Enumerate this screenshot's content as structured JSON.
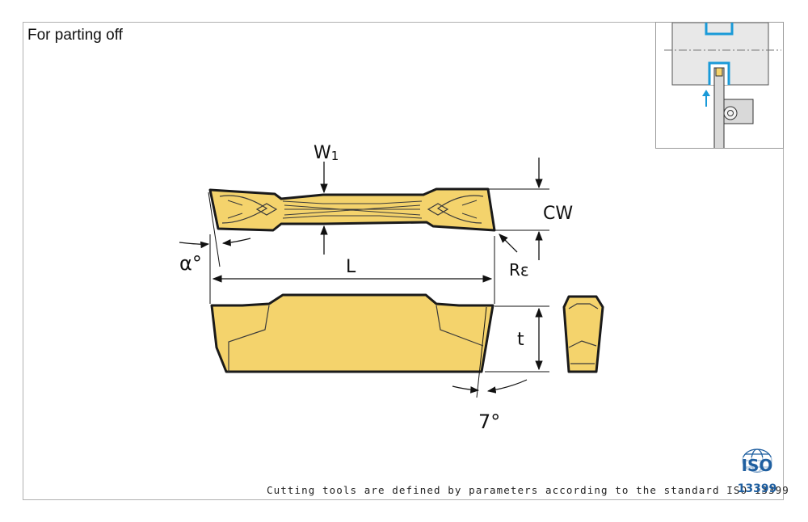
{
  "title": "For parting off",
  "footer": "Cutting tools are defined by parameters according to the standard ISO 13399",
  "labels": {
    "w1": "W",
    "w1_sub": "1",
    "cw": "CW",
    "alpha": "α°",
    "l": "L",
    "re": "Rε",
    "t": "t",
    "seven": "7°"
  },
  "logo": {
    "iso": "ISO",
    "number": "13399"
  },
  "colors": {
    "insert_fill": "#f4d36c",
    "insert_stroke": "#1a1a1a",
    "accent_blue": "#1a9ad8",
    "logo_blue": "#1f5fa0"
  }
}
